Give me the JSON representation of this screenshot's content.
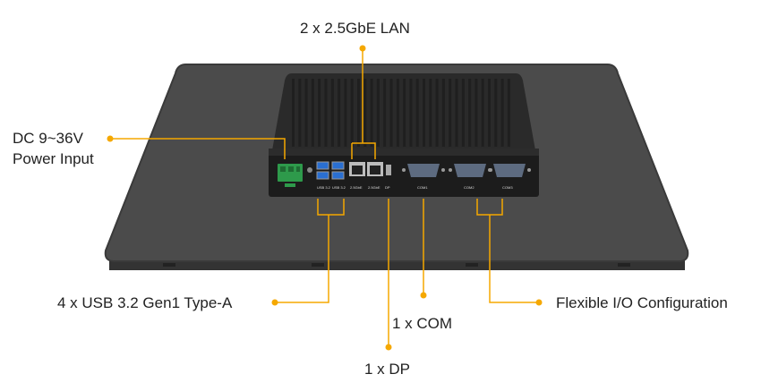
{
  "labels": {
    "lan": "2 x 2.5GbE LAN",
    "dc_line1": "DC 9~36V",
    "dc_line2": "Power Input",
    "usb": "4 x USB 3.2 Gen1 Type-A",
    "com": "1 x COM",
    "dp": "1 x DP",
    "flex_io": "Flexible I/O Configuration"
  },
  "port_labels": {
    "usb_group_a": "USB 3.2",
    "usb_group_b": "USB 3.2",
    "lan_1": "2.5GbE",
    "lan_2": "2.5GbE",
    "dp": "DP",
    "com_1": "COM1",
    "com_2": "COM2",
    "com_3": "COM3"
  },
  "colors": {
    "callout": "#f5a800",
    "panel": "#4a4a4a",
    "panel_edge": "#3a3a3a",
    "heatsink": "#2b2b2b",
    "io_plate": "#1a1a1a",
    "terminal_block": "#2e9a4b",
    "usb_blue": "#2a6fd1",
    "text": "#222222"
  }
}
